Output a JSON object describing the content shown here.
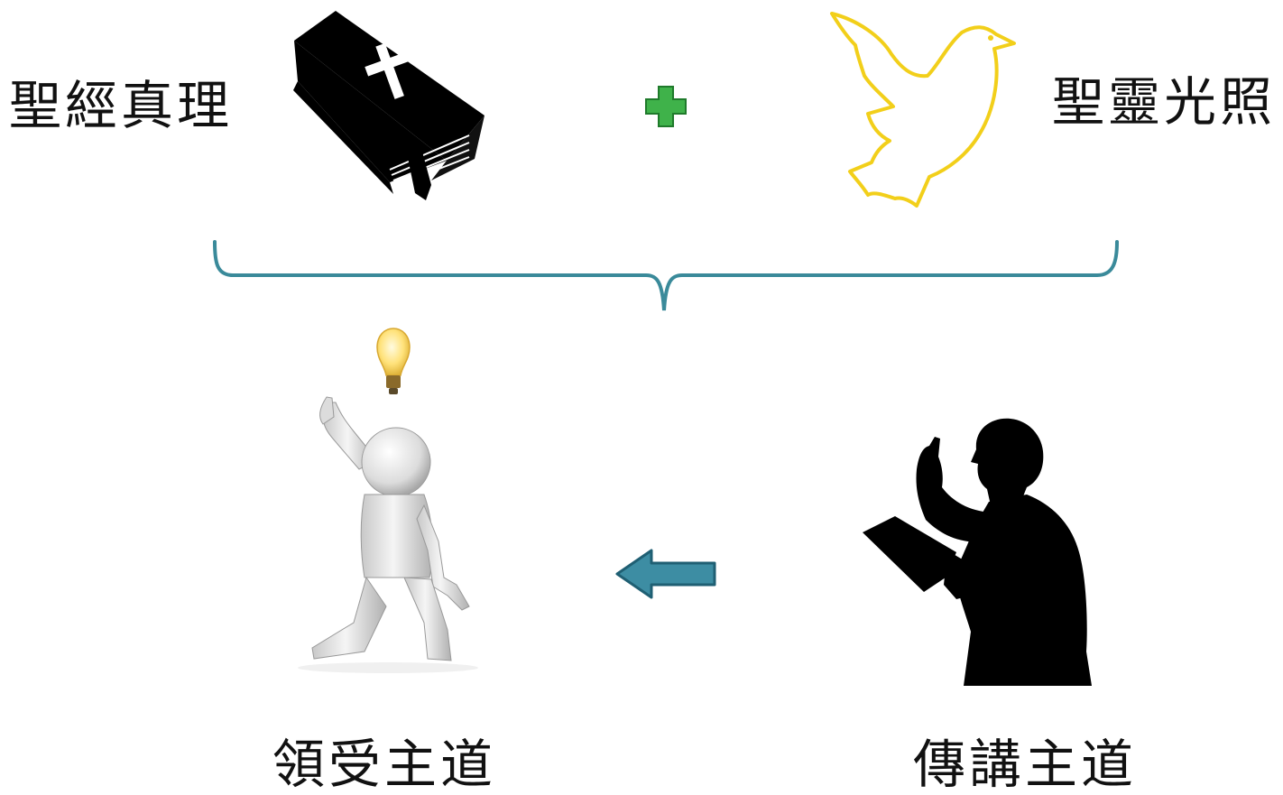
{
  "labels": {
    "scripture_truth": "聖經真理",
    "spirit_illumination": "聖靈光照",
    "receive_word": "領受主道",
    "preach_word": "傳講主道"
  },
  "icons": {
    "bible": "bible-icon",
    "plus": "plus-icon",
    "dove": "dove-icon",
    "brace": "curly-brace",
    "lightbulb": "lightbulb-icon",
    "thinker": "person-idea-icon",
    "arrow": "left-arrow-icon",
    "preacher": "preacher-silhouette-icon"
  },
  "colors": {
    "text": "#111111",
    "plus_fill": "#3fb24a",
    "plus_stroke": "#1f7a2b",
    "dove_stroke": "#f2cf1a",
    "brace_stroke": "#3a8a9a",
    "arrow_fill": "#3d8da3",
    "arrow_stroke": "#1f5f73",
    "bulb": "#ffe88a"
  }
}
